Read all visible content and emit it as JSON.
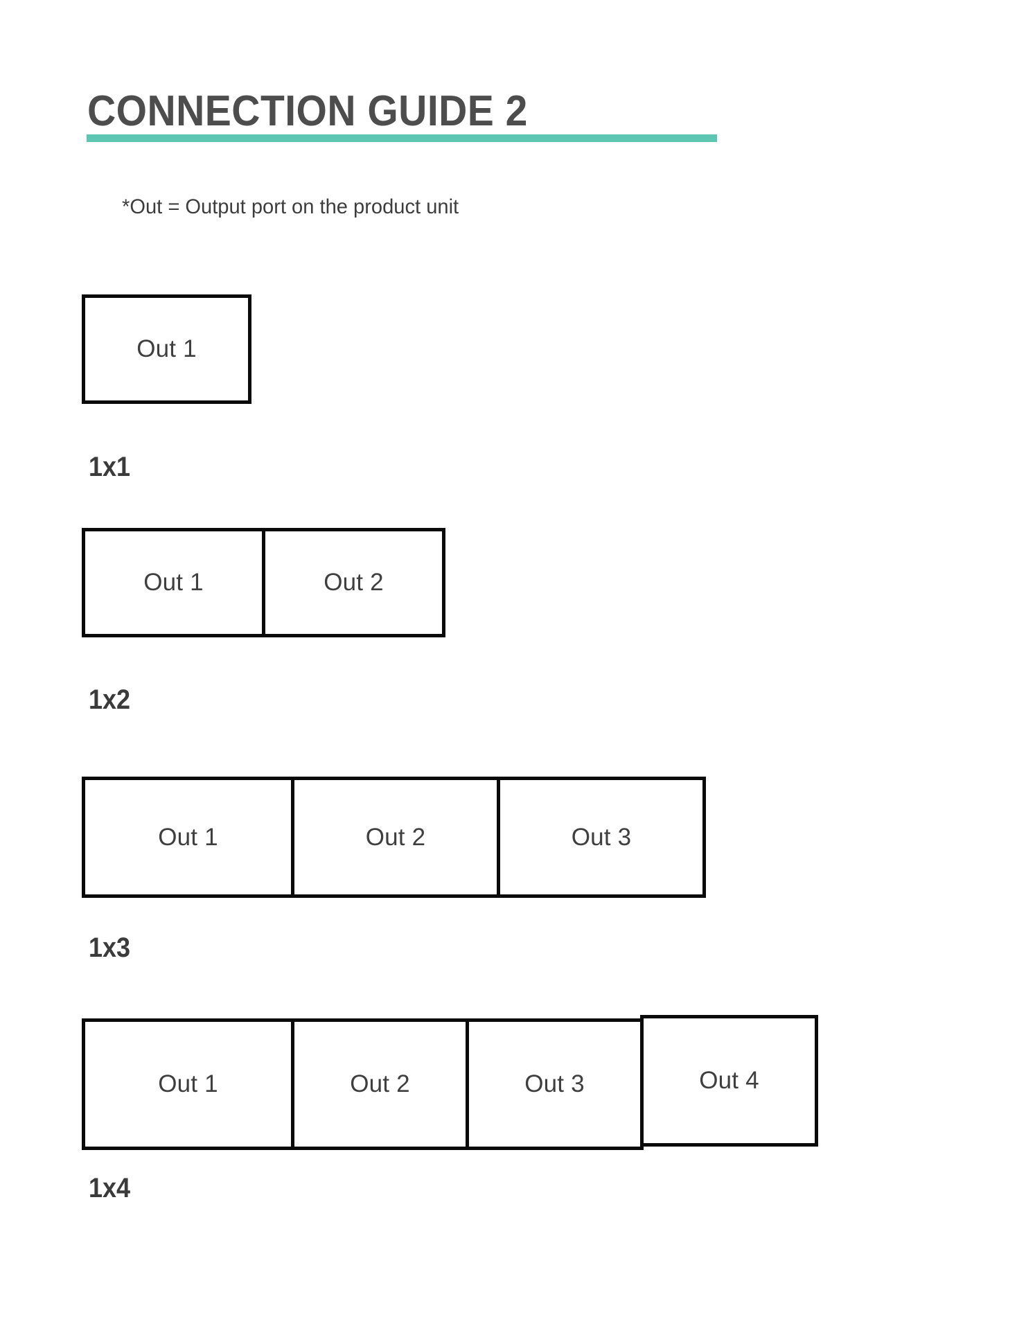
{
  "document": {
    "title": "CONNECTION GUIDE 2",
    "accent_color": "#5cc6b2",
    "title_color": "#4d4d4d",
    "body_text_color": "#3f3f3f",
    "border_color": "#0a0a0a",
    "background_color": "#ffffff",
    "subtitle": "*Out = Output port on the product unit"
  },
  "diagrams": [
    {
      "id": "1x1",
      "label": "1x1",
      "cells": [
        {
          "text": "Out 1"
        }
      ]
    },
    {
      "id": "1x2",
      "label": "1x2",
      "cells": [
        {
          "text": "Out 1"
        },
        {
          "text": "Out 2"
        }
      ]
    },
    {
      "id": "1x3",
      "label": "1x3",
      "cells": [
        {
          "text": "Out 1"
        },
        {
          "text": "Out 2"
        },
        {
          "text": "Out 3"
        }
      ]
    },
    {
      "id": "1x4",
      "label": "1x4",
      "cells": [
        {
          "text": "Out 1"
        },
        {
          "text": "Out 2"
        },
        {
          "text": "Out 3"
        },
        {
          "text": "Out 4"
        }
      ]
    }
  ]
}
